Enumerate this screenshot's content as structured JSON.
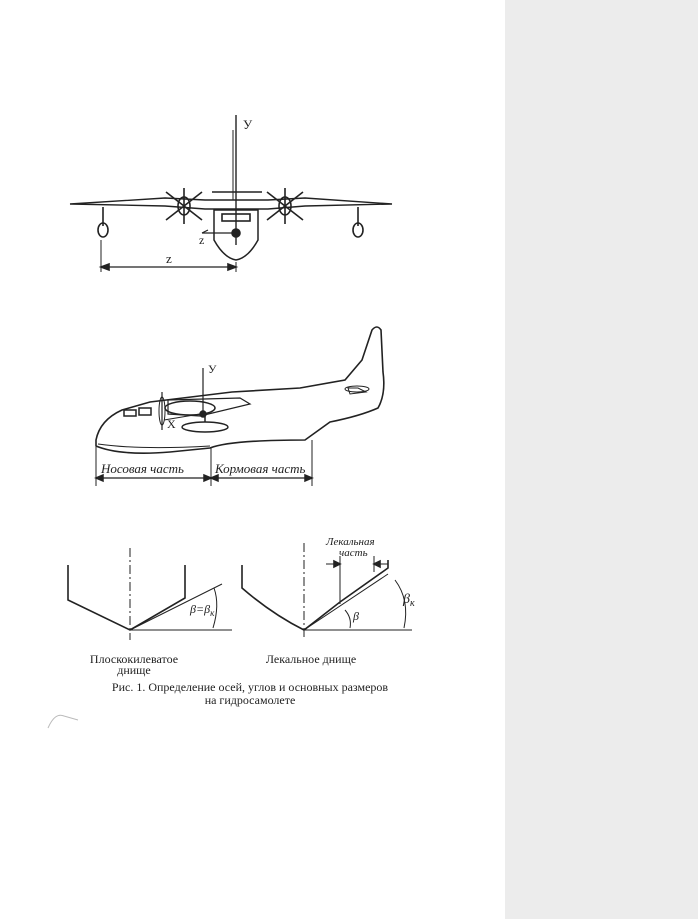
{
  "figure": {
    "front_view": {
      "axis_y": "У",
      "axis_z_vec": "z",
      "dim_z": "z"
    },
    "side_view": {
      "axis_y": "У",
      "axis_x": "X",
      "bow_label": "Носовая часть",
      "stern_label": "Кормовая часть"
    },
    "bottom_flat": {
      "angle_label": "β=β",
      "angle_sub": "к",
      "name_line1": "Плоскокилеватое",
      "name_line2": "днище"
    },
    "bottom_curved": {
      "section_line1": "Лекальная",
      "section_line2": "часть",
      "beta_label": "β",
      "betak_label": "β",
      "betak_sub": "к",
      "name": "Лекальное днище"
    },
    "caption_line1": "Рис. 1. Определение осей, углов и основных размеров",
    "caption_line2": "на гидросамолете"
  }
}
